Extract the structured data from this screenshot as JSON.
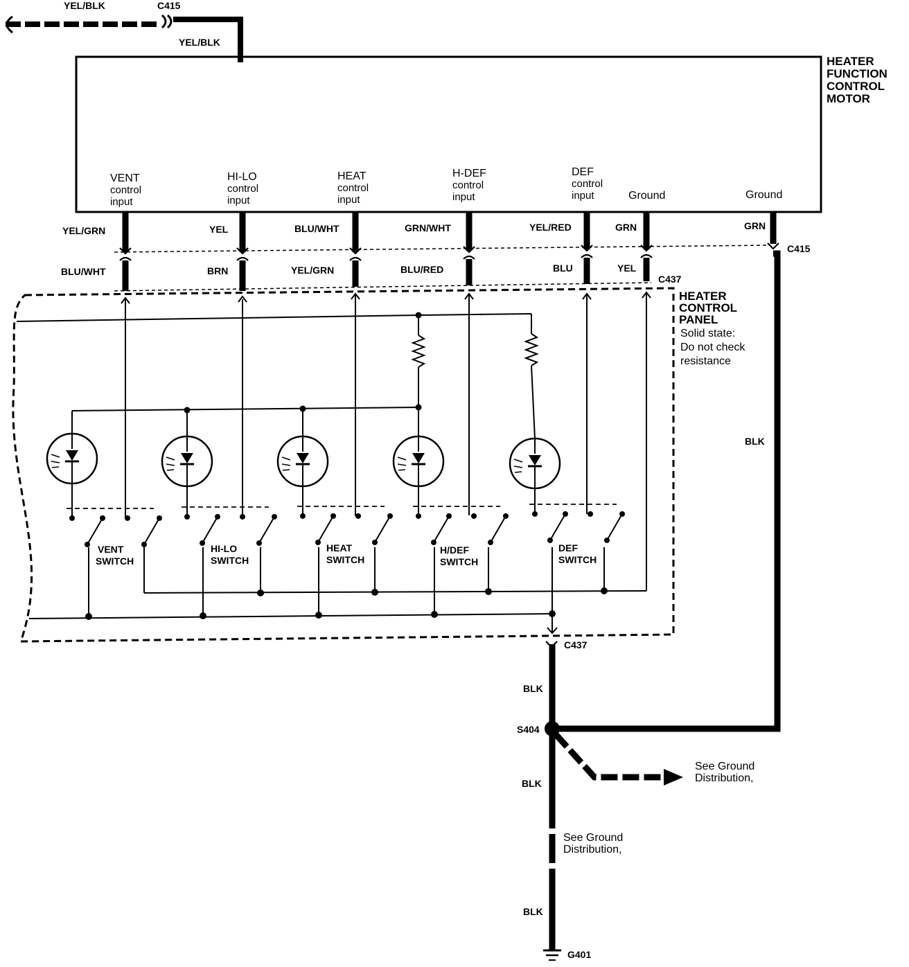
{
  "top": {
    "wire_yel_blk_left": "YEL/BLK",
    "connector_c415_top": "C415",
    "wire_yel_blk_drop": "YEL/BLK"
  },
  "motor": {
    "title_lines": [
      "HEATER",
      "FUNCTION",
      "CONTROL",
      "MOTOR"
    ],
    "inputs": [
      {
        "name": "VENT",
        "sub1": "control",
        "sub2": "input",
        "wire_top": "YEL/GRN",
        "wire_bottom": "BLU/WHT"
      },
      {
        "name": "HI-LO",
        "sub1": "control",
        "sub2": "input",
        "wire_top": "YEL",
        "wire_bottom": "BRN"
      },
      {
        "name": "HEAT",
        "sub1": "control",
        "sub2": "input",
        "wire_top": "BLU/WHT",
        "wire_bottom": "YEL/GRN"
      },
      {
        "name": "H-DEF",
        "sub1": "control",
        "sub2": "input",
        "wire_top": "GRN/WHT",
        "wire_bottom": "BLU/RED"
      },
      {
        "name": "DEF",
        "sub1": "control",
        "sub2": "input",
        "wire_top": "YEL/RED",
        "wire_bottom": "BLU"
      }
    ],
    "ground1": {
      "label": "Ground",
      "wire_top": "GRN",
      "wire_bottom": "YEL"
    },
    "ground2": {
      "label": "Ground",
      "wire": "GRN"
    }
  },
  "connectors": {
    "c415": "C415",
    "c437_top": "C437",
    "c437_bottom": "C437"
  },
  "panel": {
    "title_lines": [
      "HEATER",
      "CONTROL",
      "PANEL"
    ],
    "note_lines": [
      "Solid state:",
      "Do not check",
      "resistance"
    ],
    "switches": [
      {
        "line1": "VENT",
        "line2": "SWITCH"
      },
      {
        "line1": "HI-LO",
        "line2": "SWITCH"
      },
      {
        "line1": "HEAT",
        "line2": "SWITCH"
      },
      {
        "line1": "H/DEF",
        "line2": "SWITCH"
      },
      {
        "line1": "DEF",
        "line2": "SWITCH"
      }
    ]
  },
  "ground_path": {
    "blk_right": "BLK",
    "blk_upper": "BLK",
    "splice": "S404",
    "blk_middle": "BLK",
    "see_ground_right": [
      "See Ground",
      "Distribution,"
    ],
    "see_ground_center": [
      "See Ground",
      "Distribution,"
    ],
    "blk_lower": "BLK",
    "ground_point": "G401"
  }
}
